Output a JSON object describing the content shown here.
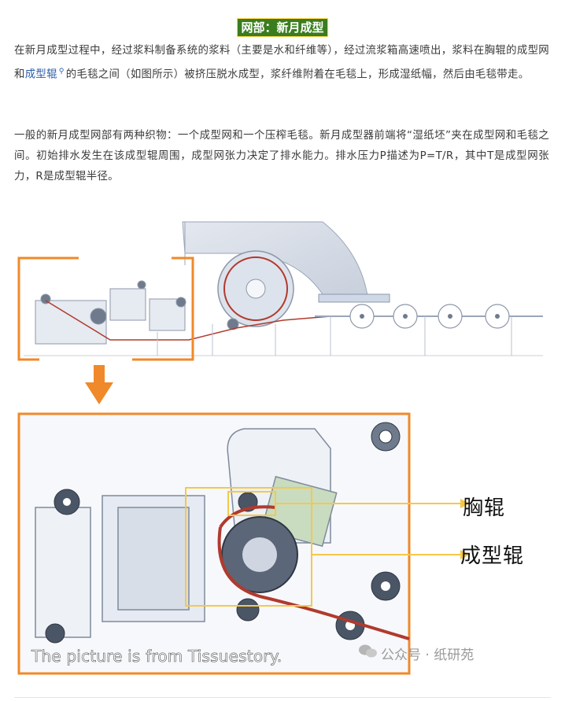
{
  "heading": "网部：新月成型",
  "paragraph1": {
    "before_link": "在新月成型过程中，经过浆料制备系统的浆料（主要是水和纤维等），经过流浆箱高速喷出，浆料在胸辊的成型网和",
    "link_text": "成型辊",
    "after_link": "的毛毯之间（如图所示）被挤压脱水成型，浆纤维附着在毛毯上，形成湿纸幅，然后由毛毯带走。"
  },
  "paragraph2": "一般的新月成型网部有两种织物：一个成型网和一个压榨毛毯。新月成型器前端将“湿纸坯”夹在成型网和毛毯之间。初始排水发生在该成型辊周围，成型网张力决定了排水能力。排水压力P描述为P=T/R，其中T是成型网张力，R是成型辊半径。",
  "figure": {
    "label_chest_roll": "胸辊",
    "label_forming_roll": "成型辊",
    "caption": "The picture is from Tissuestory.",
    "watermark": "公众号 · 纸研苑"
  },
  "colors": {
    "accent_orange": "#f0892a",
    "highlight_yellow": "#f5c84a",
    "felt_red": "#b03a2e",
    "machine_blue": "#cfd8e6",
    "heading_green": "#3a7d1e"
  }
}
